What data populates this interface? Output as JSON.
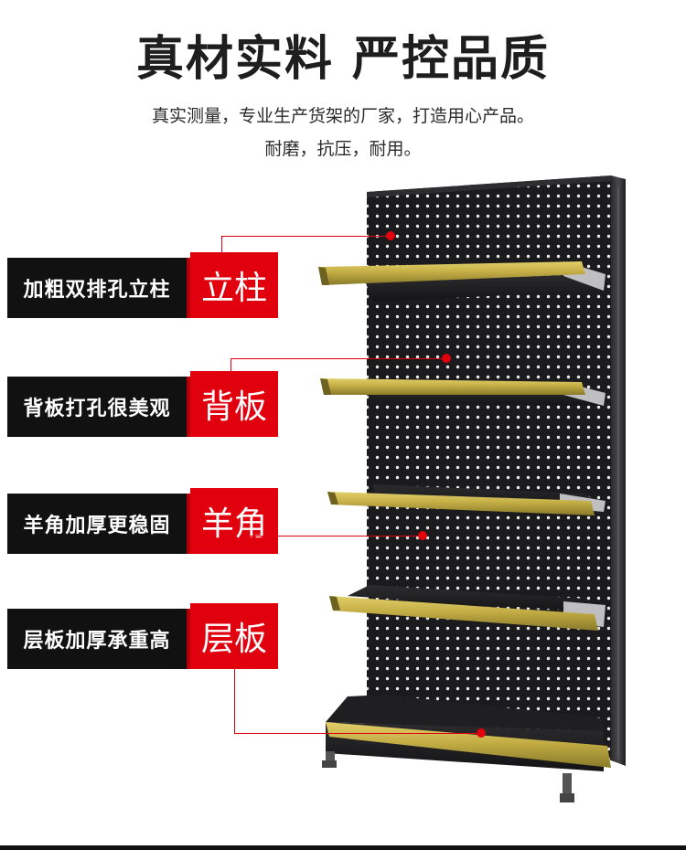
{
  "header": {
    "title": "真材实料 严控品质",
    "subtitle_line1": "真实测量，专业生产货架的厂家，打造用心产品。",
    "subtitle_line2": "耐磨，抗压，耐用。"
  },
  "features": [
    {
      "description": "加粗双排孔立柱",
      "name": "立柱"
    },
    {
      "description": "背板打孔很美观",
      "name": "背板"
    },
    {
      "description": "羊角加厚更稳固",
      "name": "羊角"
    },
    {
      "description": "层板加厚承重高",
      "name": "层板"
    }
  ],
  "colors": {
    "accent_red": "#e1000e",
    "label_black": "#111111",
    "panel": "#1b1b1d",
    "shelf_gold": "#b9a43c"
  }
}
